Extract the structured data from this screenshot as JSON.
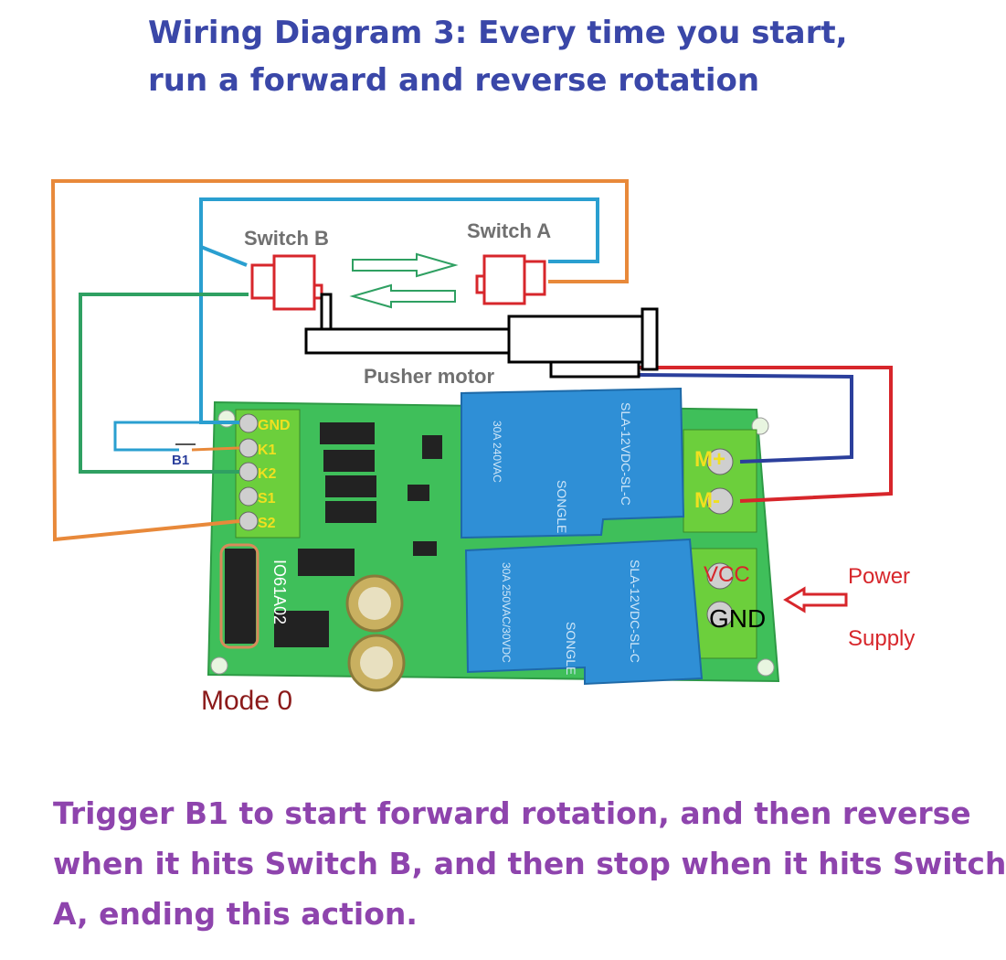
{
  "colors": {
    "title": "#3a47a8",
    "caption": "#8e44ad",
    "orange_wire": "#e8893a",
    "blue_wire": "#2a9fd0",
    "green_wire": "#2fa062",
    "red_wire": "#d7262b",
    "navy_wire": "#2b3f9c",
    "pcb": "#3fbf5a",
    "relay": "#2f8fd6",
    "terminal": "#6ccf3c",
    "switch_red": "#d7262b"
  },
  "title": {
    "line1": "Wiring Diagram 3: Every time you start,",
    "line2": "run a forward and reverse rotation"
  },
  "labels": {
    "switch_b": "Switch B",
    "switch_a": "Switch A",
    "pusher_motor": "Pusher motor",
    "b1": "B1",
    "mode": "Mode 0",
    "power": "Power",
    "supply": "Supply"
  },
  "terminals_left": [
    "GND",
    "K1",
    "K2",
    "S1",
    "S2"
  ],
  "terminals_right": [
    "M+",
    "M-",
    "VCC",
    "GND"
  ],
  "board": {
    "model": "IO61A02",
    "relay_brand": "SONGLE",
    "relay_model": "SLA-12VDC-SL-C",
    "relay_rating": "30A 250VAC/30VDC",
    "relay_rating2": "30A 240VAC"
  },
  "caption": {
    "line1": "Trigger B1 to start forward rotation, and then reverse",
    "line2": "when it hits Switch B, and then stop when it hits Switch",
    "line3": "A, ending this action."
  }
}
